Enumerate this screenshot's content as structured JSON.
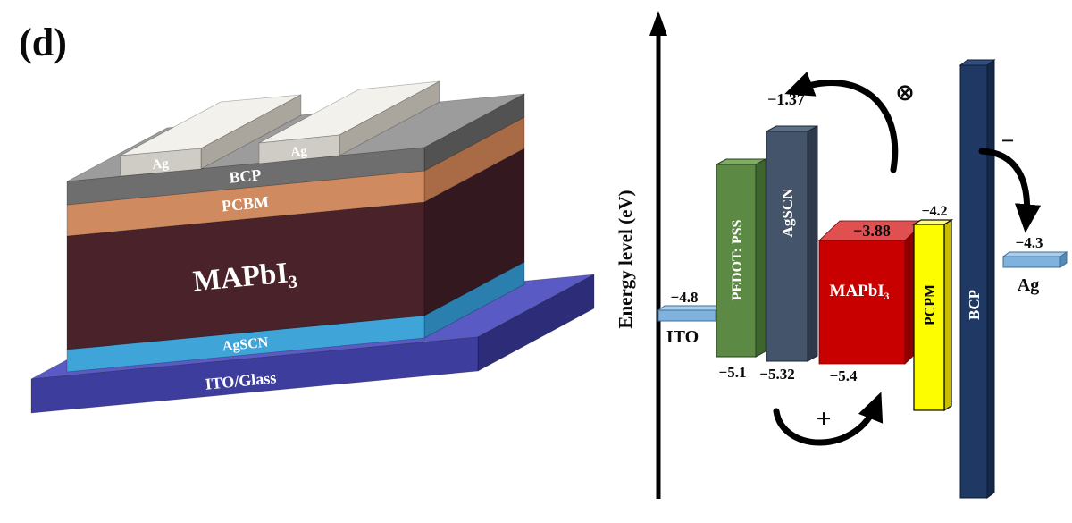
{
  "figure": {
    "panel_label": "(d)"
  },
  "stack": {
    "layers": {
      "ito_glass": {
        "label": "ITO/Glass",
        "color_front": "#3d3d9e",
        "color_top": "#5a5ac4",
        "color_side": "#2c2c78"
      },
      "agscn": {
        "label": "AgSCN",
        "color_front": "#3fa5d9",
        "color_top": "#7cc8ea",
        "color_side": "#2a7fae"
      },
      "mapbi3": {
        "label": "MAPbI₃",
        "color_front": "#4a232a",
        "color_top": "#6b3640",
        "color_side": "#331820"
      },
      "pcbm": {
        "label": "PCBM",
        "color_front": "#d08a60",
        "color_top": "#e9b493",
        "color_side": "#a96a46"
      },
      "bcp": {
        "label": "BCP",
        "color_front": "#6e6e6e",
        "color_top": "#9c9c9c",
        "color_side": "#525252"
      },
      "ag_left": {
        "label": "Ag"
      },
      "ag_right": {
        "label": "Ag"
      }
    },
    "ag_colors": {
      "front": "#cfccc5",
      "top": "#f3f1ec",
      "side": "#aaa69e"
    }
  },
  "energy": {
    "axis_label": "Energy level (eV)",
    "bars": {
      "ito": {
        "label": "ITO",
        "value": "−4.8",
        "color_front": "#7fb2dc",
        "color_top": "#aacdea",
        "color_side": "#558bb8"
      },
      "pedot": {
        "label": "PEDOT: PSS",
        "value_bottom": "−5.1",
        "color_front": "#5c8a44",
        "color_top": "#80ac64",
        "color_side": "#3d652d"
      },
      "agscn": {
        "label": "AgSCN",
        "value_top": "−1.37",
        "value_bottom": "−5.32",
        "color_front": "#44546a",
        "color_top": "#5b6f89",
        "color_side": "#2e3a4c"
      },
      "mapbi3": {
        "label": "MAPbI₃",
        "value_top": "−3.88",
        "value_bottom": "−5.4",
        "color_front": "#c80000",
        "color_top": "#e05050",
        "color_side": "#8e0000"
      },
      "pcpm": {
        "label": "PCPM",
        "value_top": "−4.2",
        "color_front": "#fdfd00",
        "color_top": "#ffff70",
        "color_side": "#c9bd00"
      },
      "bcp": {
        "label": "BCP",
        "color_front": "#1f3864",
        "color_top": "#31507f",
        "color_side": "#152848"
      },
      "ag": {
        "label": "Ag",
        "value": "−4.3",
        "color_front": "#7fb2dc",
        "color_top": "#aacdea",
        "color_side": "#558bb8"
      }
    },
    "symbols": {
      "electron": "⊗",
      "plus": "+",
      "minus": "−"
    }
  }
}
